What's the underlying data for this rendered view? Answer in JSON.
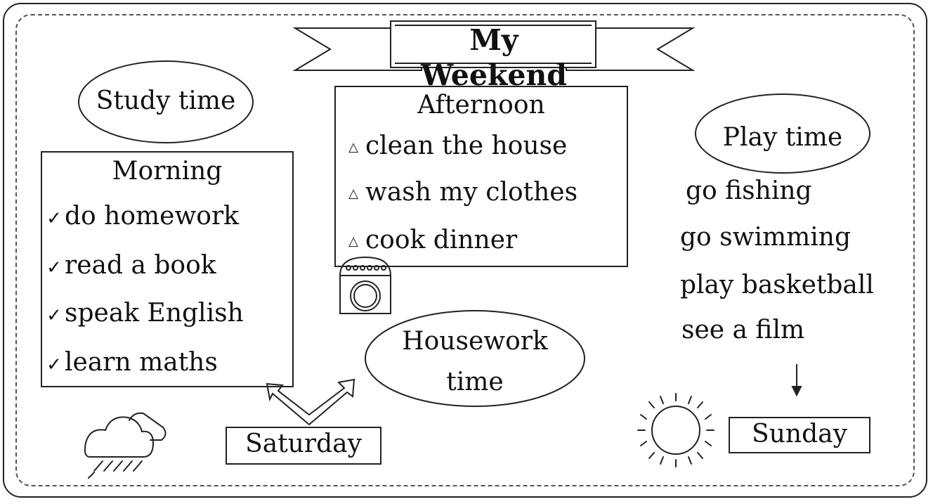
{
  "title": "My Weekend",
  "study": {
    "label": "Study time",
    "heading": "Morning",
    "items": [
      "do homework",
      "read a book",
      "speak English",
      "learn maths"
    ]
  },
  "housework": {
    "label_line1": "Housework",
    "label_line2": "time",
    "heading": "Afternoon",
    "items": [
      "clean the house",
      "wash my clothes",
      "cook dinner"
    ]
  },
  "play": {
    "label": "Play time",
    "items": [
      "go fishing",
      "go swimming",
      "play basketball",
      "see a film"
    ]
  },
  "days": {
    "saturday": "Saturday",
    "sunday": "Sunday"
  },
  "icons": {
    "check": "check-icon",
    "triangle": "triangle-icon",
    "washer": "washing-machine-icon",
    "cloud": "rain-cloud-icon",
    "sun": "sun-icon"
  }
}
